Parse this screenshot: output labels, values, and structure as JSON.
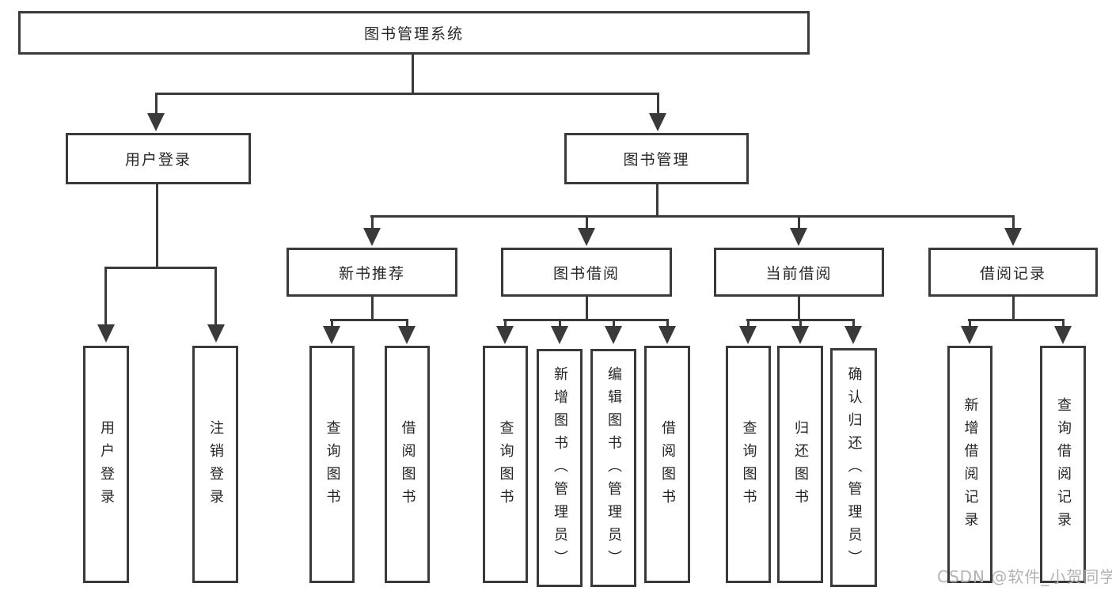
{
  "diagram": {
    "root": {
      "label": "图书管理系统"
    },
    "level2": [
      {
        "label": "用户登录",
        "children": [
          {
            "label": "用户登录"
          },
          {
            "label": "注销登录"
          }
        ]
      },
      {
        "label": "图书管理",
        "children": [
          {
            "label": "新书推荐",
            "children": [
              {
                "label": "查询图书"
              },
              {
                "label": "借阅图书"
              }
            ]
          },
          {
            "label": "图书借阅",
            "children": [
              {
                "label": "查询图书"
              },
              {
                "label": "新增图书（管理员）"
              },
              {
                "label": "编辑图书（管理员）"
              },
              {
                "label": "借阅图书"
              }
            ]
          },
          {
            "label": "当前借阅",
            "children": [
              {
                "label": "查询图书"
              },
              {
                "label": "归还图书"
              },
              {
                "label": "确认归还（管理员）"
              }
            ]
          },
          {
            "label": "借阅记录",
            "children": [
              {
                "label": "新增借阅记录"
              },
              {
                "label": "查询借阅记录"
              }
            ]
          }
        ]
      }
    ]
  },
  "watermark": "CSDN @软件_小贺同学",
  "colors": {
    "line": "#3a3a3a",
    "text": "#262626",
    "watermark": "#b3b3b3",
    "background": "#ffffff"
  }
}
